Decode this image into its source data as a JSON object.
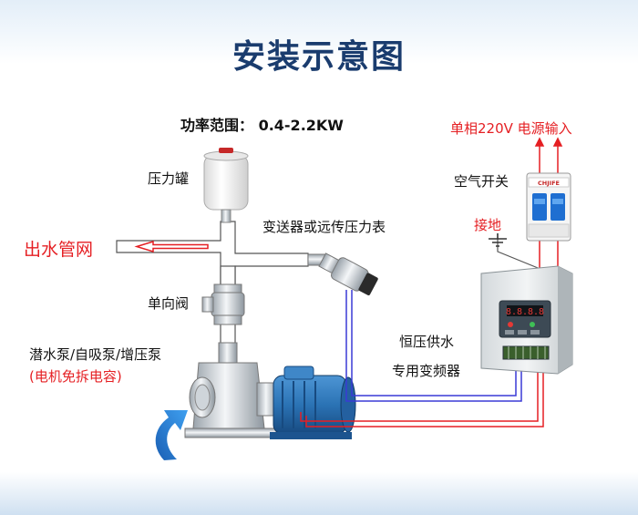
{
  "title": "安装示意图",
  "power_range": "功率范围： 0.4-2.2KW",
  "labels": {
    "pressure_tank": "压力罐",
    "transmitter": "变送器或远传压力表",
    "outlet": "出水管网",
    "check_valve": "单向阀",
    "pump": "潜水泵/自吸泵/增压泵",
    "pump_note": "(电机免拆电容)",
    "power_input": "单相220V 电源输入",
    "air_switch": "空气开关",
    "ground": "接地",
    "inverter_line1": "恒压供水",
    "inverter_line2": "专用变频器"
  },
  "breaker_brand": "CHJIFE",
  "colors": {
    "title": "#1a3c6e",
    "red": "#e51f23",
    "wire_blue": "#3a3ad6",
    "wire_red": "#e51f23",
    "breaker_blue": "#1f6fd1",
    "motor_blue": "#2b73b5",
    "display": "#e53935"
  },
  "icons": [
    "flow-arrow-icon",
    "ground-icon"
  ]
}
